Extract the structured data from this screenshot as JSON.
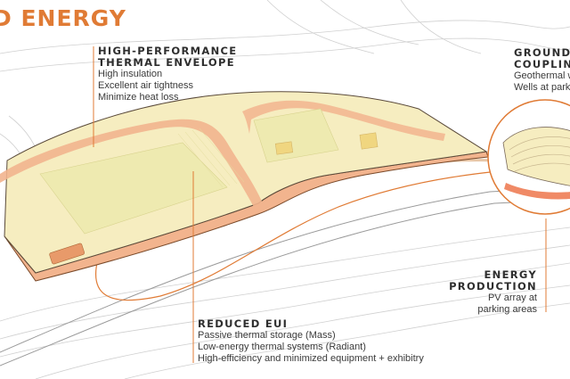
{
  "title": "D ENERGY",
  "labels": {
    "envelope": {
      "heading_1": "HIGH-PERFORMANCE",
      "heading_2": "THERMAL ENVELOPE",
      "lines": [
        "High insulation",
        "Excellent air tightness",
        "Minimize heat loss"
      ]
    },
    "eui": {
      "heading": "REDUCED EUI",
      "lines": [
        "Passive thermal storage (Mass)",
        "Low-energy thermal systems (Radiant)",
        "High-efficiency and minimized equipment + exhibitry"
      ]
    },
    "ground": {
      "heading_1": "GROUND",
      "heading_2": "COUPLING",
      "lines": [
        "Geothermal w",
        "Wells at parki"
      ]
    },
    "energy": {
      "heading_1": "ENERGY",
      "heading_2": "PRODUCTION",
      "lines": [
        "PV array at",
        "parking areas"
      ]
    }
  },
  "colors": {
    "accent": "#e07b35",
    "roof": "#f6edc0",
    "warm_band": "#f2b48e",
    "pv_yellow": "#eeeab0",
    "terrain": "#c9c9c9"
  }
}
